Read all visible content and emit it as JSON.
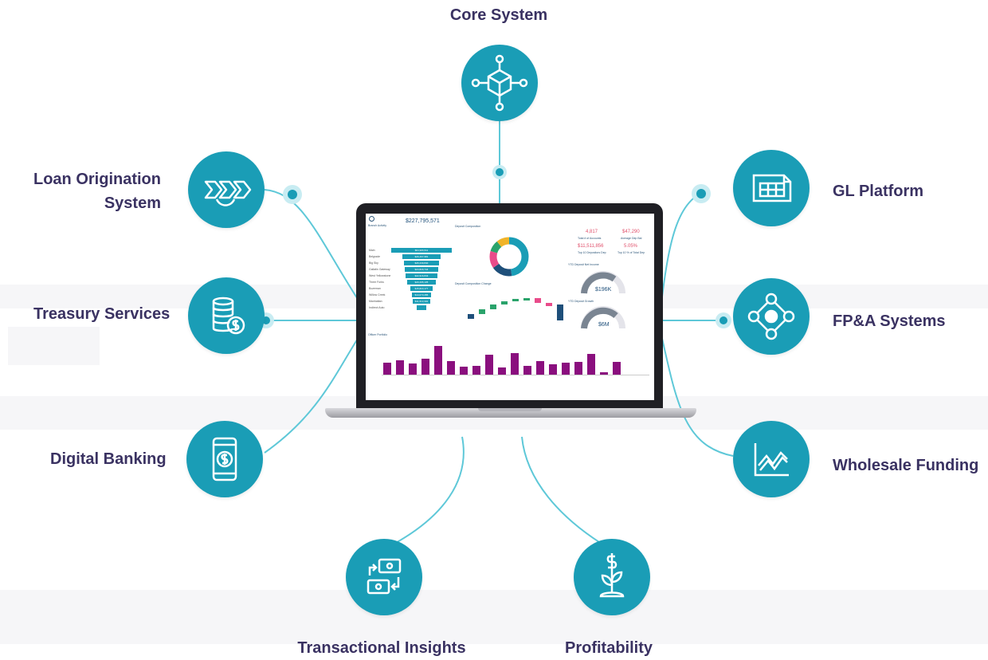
{
  "nodes": {
    "core_system": "Core System",
    "loan_origination_line1": "Loan Origination",
    "loan_origination_line2": "System",
    "gl_platform": "GL Platform",
    "treasury_services": "Treasury Services",
    "fpa_systems": "FP&A Systems",
    "digital_banking": "Digital Banking",
    "wholesale_funding": "Wholesale Funding",
    "transactional_insights": "Transactional Insights",
    "profitability": "Profitability"
  },
  "icons": {
    "core_system": "cube-network-icon",
    "loan_origination": "chevrons-flow-icon",
    "gl_platform": "ledger-sheet-icon",
    "treasury_services": "coin-stack-icon",
    "fpa_systems": "node-network-icon",
    "digital_banking": "mobile-dollar-icon",
    "wholesale_funding": "trend-chart-icon",
    "transactional_insights": "cash-exchange-icon",
    "profitability": "dollar-plant-icon"
  },
  "colors": {
    "node": "#1a9db6",
    "connector": "#5ec8d8",
    "label": "#3a3262",
    "bar": "#8a0f7e"
  },
  "dashboard": {
    "total_balance": "$227,795,571",
    "branch_activity_title": "Branch Activity",
    "deposit_composition_title": "Deposit Composition",
    "deposit_change_title": "Deposit Composition Change",
    "officer_portfolio_title": "Officer Portfolio",
    "branches": [
      "Main",
      "Belgrade",
      "Big Sky",
      "Gallatin Gateway",
      "West Yellowstone",
      "Three Forks",
      "Bozeman",
      "Willow Creek",
      "Manhattan",
      "Indirect Auto"
    ],
    "funnel_values": [
      "$64,906,511",
      "$29,467,981",
      "$26,239,840",
      "$24,829,744",
      "$22,916,843",
      "$20,295,135",
      "$15,823,177",
      "$14,073,286",
      "$11,613,332",
      "$4,800,000"
    ],
    "kpi_1_value": "4,817",
    "kpi_1_label": "Total # of Accounts",
    "kpi_2_value": "$47,290",
    "kpi_2_label": "Average Dep Bal",
    "kpi_3_value": "$11,511,856",
    "kpi_3_label": "Top 10 Depositors Dep",
    "kpi_4_value": "5.05%",
    "kpi_4_label": "Top 10 % of Total Dep",
    "gauge_1_title": "YTD Deposit Net Income",
    "gauge_1_value": "$196K",
    "gauge_2_title": "YTD Deposit Growth",
    "gauge_2_value": "$6M"
  }
}
